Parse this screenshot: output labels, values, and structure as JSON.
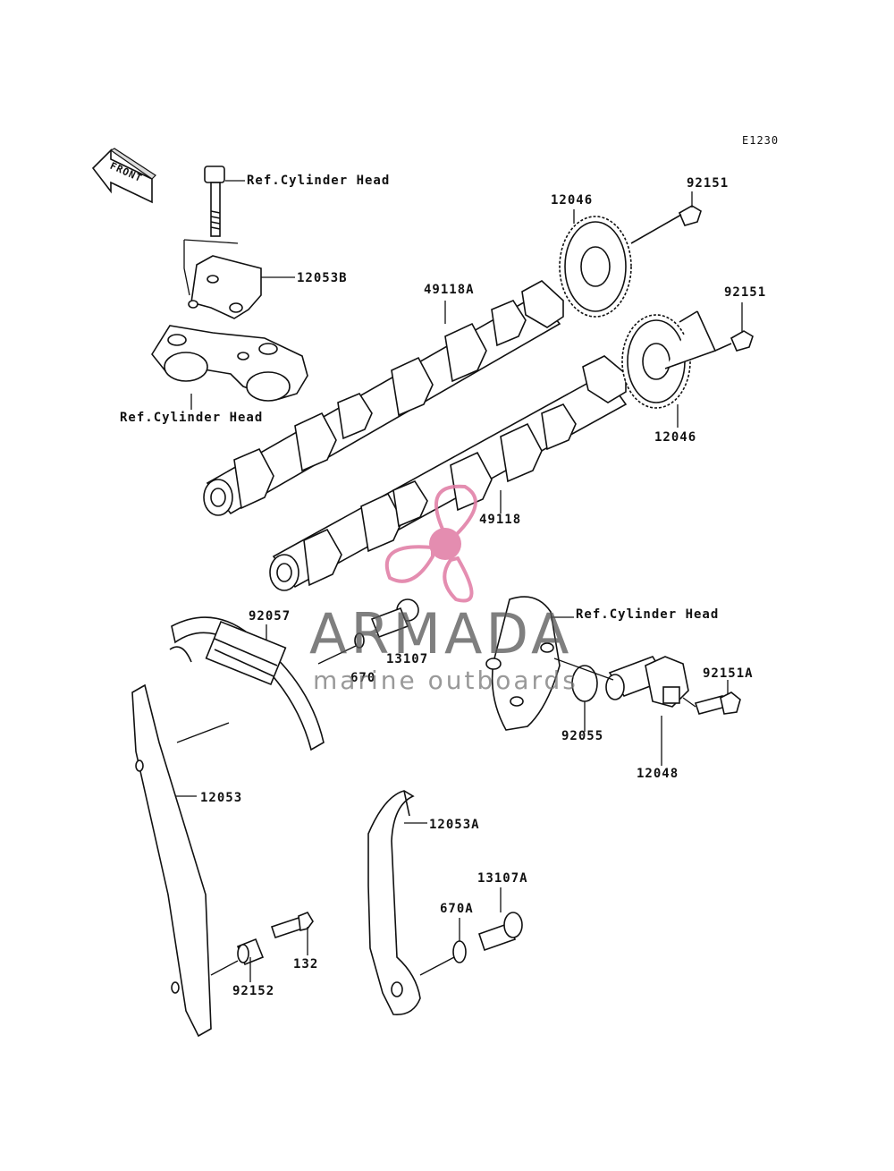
{
  "diagram": {
    "code": "E1230",
    "front_label": "FRONT",
    "ref_labels": {
      "top": "Ref.Cylinder Head",
      "left": "Ref.Cylinder Head",
      "right": "Ref.Cylinder Head"
    },
    "parts": {
      "p12053B": "12053B",
      "p49118A": "49118A",
      "p12046_top": "12046",
      "p92151_top": "92151",
      "p92151_mid": "92151",
      "p12046_mid": "12046",
      "p49118": "49118",
      "p92057": "92057",
      "p13107": "13107",
      "p670": "670",
      "p92151A": "92151A",
      "p92055": "92055",
      "p12048": "12048",
      "p12053": "12053",
      "p12053A": "12053A",
      "p13107A": "13107A",
      "p670A": "670A",
      "p132": "132",
      "p92152": "92152"
    }
  },
  "watermark": {
    "name": "ARMADA",
    "tagline": "marine outboards",
    "accent_color": "#e07aa3"
  }
}
